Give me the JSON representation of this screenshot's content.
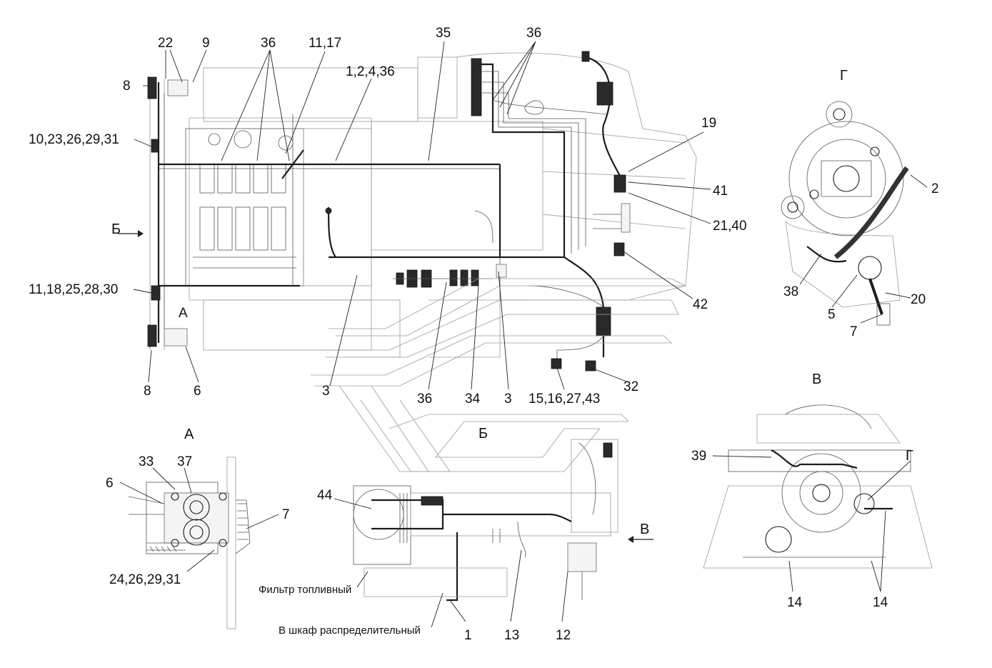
{
  "labels": {
    "c22": "22",
    "c9": "9",
    "c36_top": "36",
    "c11_17": "11,17",
    "c35": "35",
    "c36_right": "36",
    "c1_2_4_36": "1,2,4,36",
    "c8_top": "8",
    "c10_23": "10,23,26,29,31",
    "c19": "19",
    "c41": "41",
    "c21_40": "21,40",
    "c42": "42",
    "c11_18": "11,18,25,28,30",
    "cA_main": "A",
    "c8_bottom": "8",
    "c6_main": "6",
    "c3_left": "3",
    "c36_bottom": "36",
    "c34": "34",
    "c3_right": "3",
    "c15_16": "15,16,27,43",
    "c32": "32",
    "cB_arrow": "Б",
    "cB_arrow2": "Б",
    "cV_arrow": "В",
    "c6_a": "6",
    "c33": "33",
    "c37": "37",
    "c7_a": "7",
    "c24_26": "24,26,29,31",
    "c44": "44",
    "c1_side": "1",
    "c13": "13",
    "c12": "12",
    "c39": "39",
    "cG_v": "Г",
    "c14_left": "14",
    "c14_right": "14",
    "c2_g": "2",
    "c38": "38",
    "c5": "5",
    "c20": "20",
    "c7_g": "7"
  },
  "views": {
    "view_A": "А",
    "view_V": "В",
    "view_G": "Г"
  },
  "notes": {
    "fuel_filter": "Фильтр топливный",
    "to_cabinet": "В шкаф распределительный"
  }
}
